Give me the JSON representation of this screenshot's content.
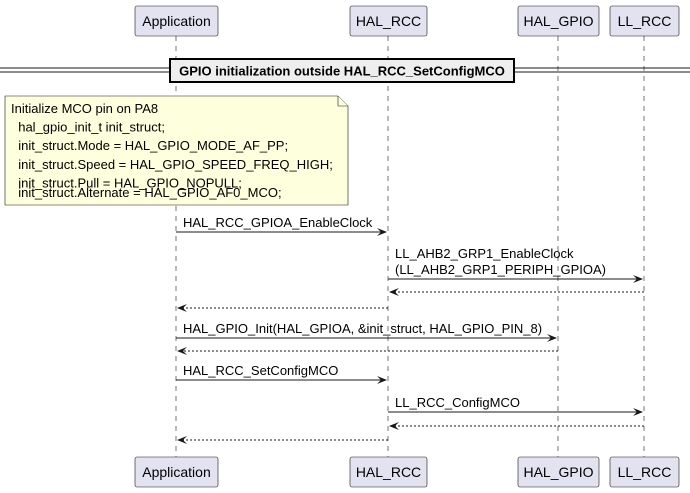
{
  "participants": {
    "application": "Application",
    "hal_rcc": "HAL_RCC",
    "hal_gpio": "HAL_GPIO",
    "ll_rcc": "LL_RCC"
  },
  "divider": {
    "label": "GPIO initialization outside HAL_RCC_SetConfigMCO"
  },
  "note": {
    "lines": [
      "Initialize MCO pin on PA8",
      "  hal_gpio_init_t init_struct;",
      "  init_struct.Mode = HAL_GPIO_MODE_AF_PP;",
      "  init_struct.Speed = HAL_GPIO_SPEED_FREQ_HIGH;",
      "  init_struct.Pull = HAL_GPIO_NOPULL;",
      "  init_struct.Alternate = HAL_GPIO_AF0_MCO;"
    ]
  },
  "messages": [
    {
      "from": "application",
      "to": "hal_rcc",
      "style": "solid",
      "lines": [
        "HAL_RCC_GPIOA_EnableClock"
      ]
    },
    {
      "from": "hal_rcc",
      "to": "ll_rcc",
      "style": "solid",
      "lines": [
        "LL_AHB2_GRP1_EnableClock",
        "(LL_AHB2_GRP1_PERIPH_GPIOA)"
      ]
    },
    {
      "from": "ll_rcc",
      "to": "hal_rcc",
      "style": "dashed",
      "lines": []
    },
    {
      "from": "hal_rcc",
      "to": "application",
      "style": "dashed",
      "lines": []
    },
    {
      "from": "application",
      "to": "hal_gpio",
      "style": "solid",
      "lines": [
        "HAL_GPIO_Init(HAL_GPIOA, &init_struct, HAL_GPIO_PIN_8)"
      ]
    },
    {
      "from": "hal_gpio",
      "to": "application",
      "style": "dashed",
      "lines": []
    },
    {
      "from": "application",
      "to": "hal_rcc",
      "style": "solid",
      "lines": [
        "HAL_RCC_SetConfigMCO"
      ]
    },
    {
      "from": "hal_rcc",
      "to": "ll_rcc",
      "style": "solid",
      "lines": [
        "LL_RCC_ConfigMCO"
      ]
    },
    {
      "from": "ll_rcc",
      "to": "hal_rcc",
      "style": "dashed",
      "lines": []
    },
    {
      "from": "hal_rcc",
      "to": "application",
      "style": "dashed",
      "lines": []
    }
  ],
  "colors": {
    "participant_fill": "#E2E2F0",
    "participant_border": "#181818",
    "note_fill": "#FEFFDD",
    "lifeline": "#181818",
    "arrow": "#181818"
  }
}
